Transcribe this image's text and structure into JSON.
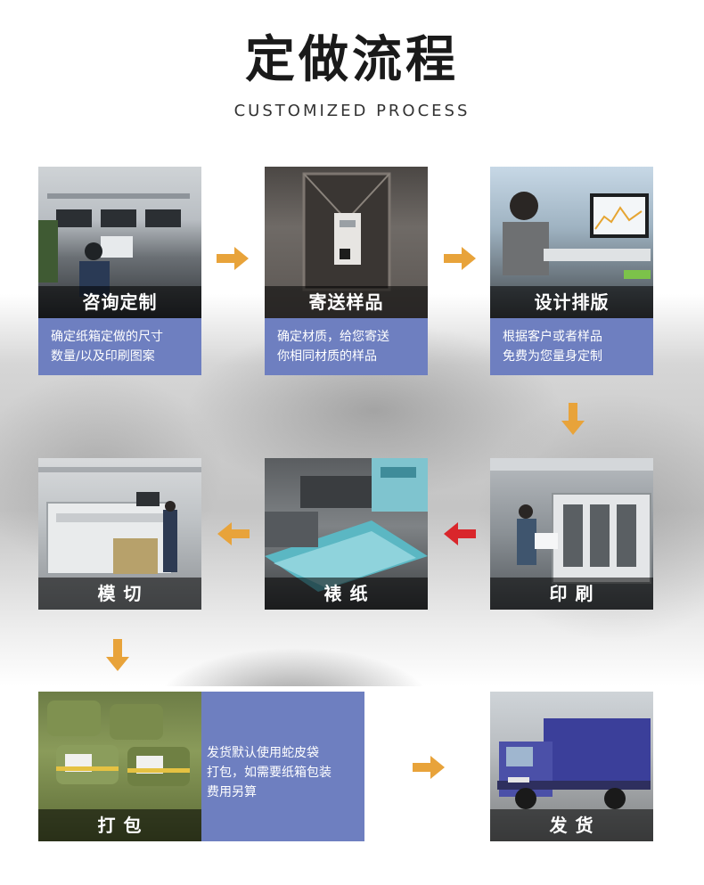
{
  "header": {
    "title": "定做流程",
    "subtitle": "CUSTOMIZED PROCESS"
  },
  "colors": {
    "desc_bg": "#6e7fc0",
    "arrow_orange": "#e8a33a",
    "arrow_red": "#d9262b"
  },
  "steps": [
    {
      "label": "咨询定制",
      "desc_line1": "确定纸箱定做的尺寸",
      "desc_line2": "数量/以及印刷图案"
    },
    {
      "label": "寄送样品",
      "desc_line1": "确定材质，给您寄送",
      "desc_line2": "你相同材质的样品"
    },
    {
      "label": "设计排版",
      "desc_line1": "根据客户或者样品",
      "desc_line2": "免费为您量身定制"
    },
    {
      "label": "印 刷"
    },
    {
      "label": "裱 纸"
    },
    {
      "label": "模 切"
    },
    {
      "label": "打 包",
      "desc_line1": "发货默认使用蛇皮袋",
      "desc_line2": "打包，如需要纸箱包装",
      "desc_line3": "费用另算"
    },
    {
      "label": "发 货"
    }
  ]
}
